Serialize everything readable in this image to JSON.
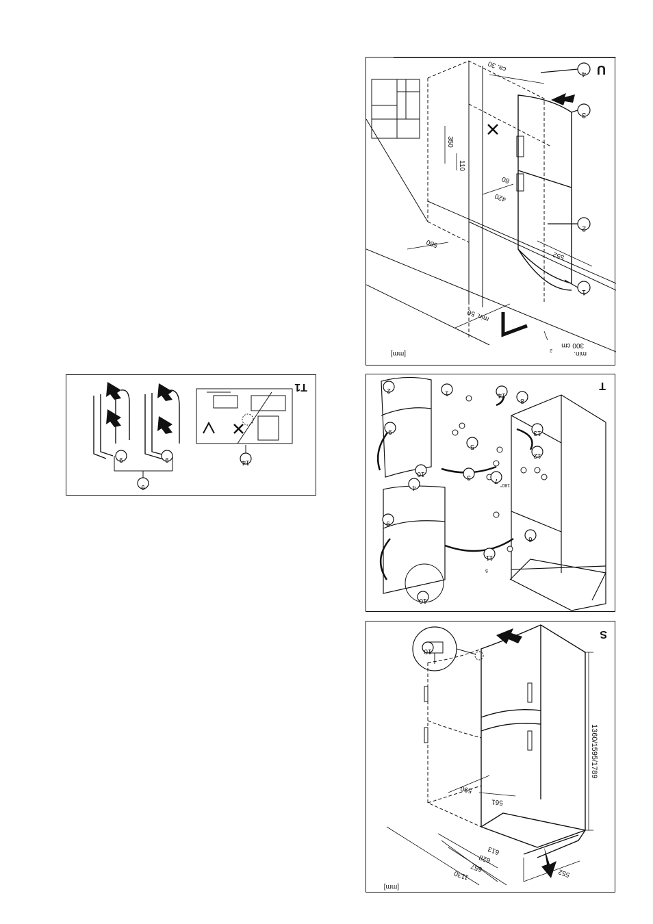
{
  "panels": {
    "U": {
      "letter": "U",
      "unit": "[mm]",
      "dims": {
        "ca30": "ca. 30",
        "d350": "350",
        "d110": "110",
        "d80": "80",
        "d420": "420",
        "d580": "580",
        "d552": "552",
        "min50": "min. 50",
        "vent_min": "min.",
        "vent_area": "300 cm",
        "vent_exp": "2"
      },
      "callouts": [
        "1",
        "2",
        "3",
        "4"
      ]
    },
    "T": {
      "letter": "T",
      "callouts": [
        "1",
        "2",
        "3",
        "4",
        "5",
        "6",
        "7",
        "8",
        "9",
        "9",
        "10",
        "10",
        "11",
        "12",
        "13",
        "14"
      ],
      "angle": "180°",
      "small_s": "s"
    },
    "T1": {
      "letter": "T1",
      "callouts": [
        "9",
        "9",
        "9",
        "14"
      ]
    },
    "S": {
      "letter": "S",
      "unit": "[mm]",
      "dims": {
        "height": "1360/1595/1789",
        "d590": "590",
        "d561": "561",
        "d613": "613",
        "d628": "628",
        "d657": "657",
        "d1130": "1130",
        "d552": "552"
      },
      "callout": "10"
    }
  }
}
